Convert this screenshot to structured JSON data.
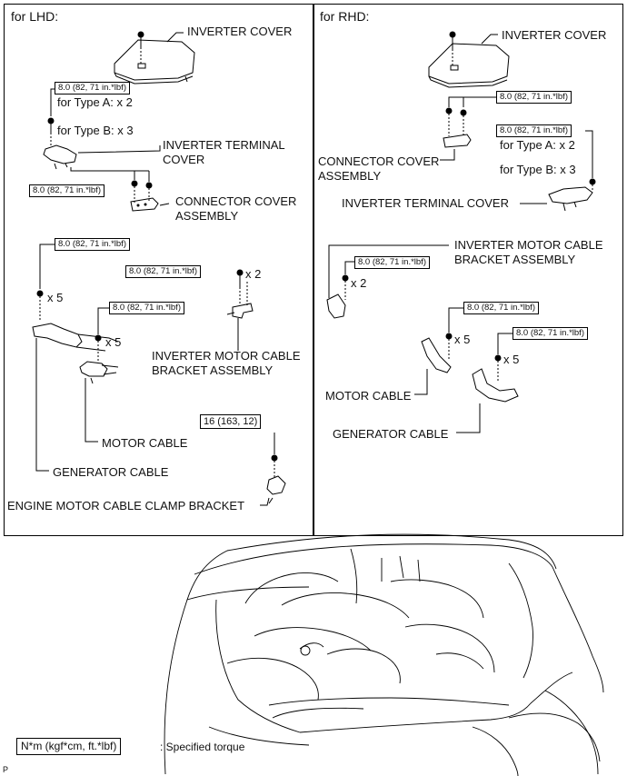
{
  "lhd": {
    "header": "for LHD:",
    "inverter_cover": "INVERTER COVER",
    "torque_cover": "8.0 (82, 71 in.*lbf)",
    "type_a": "for Type A: x 2",
    "type_b": "for Type B: x 3",
    "inverter_terminal_cover_1": "INVERTER TERMINAL",
    "inverter_terminal_cover_2": "COVER",
    "torque_connector": "8.0 (82, 71 in.*lbf)",
    "connector_cover_1": "CONNECTOR COVER",
    "connector_cover_2": "ASSEMBLY",
    "torque_generator": "8.0 (82, 71 in.*lbf)",
    "generator_qty": "x 5",
    "torque_bracket": "8.0 (82, 71 in.*lbf)",
    "bracket_qty": "x 2",
    "torque_motor": "8.0 (82, 71 in.*lbf)",
    "motor_qty": "x 5",
    "inverter_motor_bracket_1": "INVERTER MOTOR CABLE",
    "inverter_motor_bracket_2": "BRACKET ASSEMBLY",
    "torque_clamp": "16 (163, 12)",
    "motor_cable": "MOTOR CABLE",
    "generator_cable": "GENERATOR CABLE",
    "engine_clamp": "ENGINE MOTOR CABLE CLAMP BRACKET"
  },
  "rhd": {
    "header": "for RHD:",
    "inverter_cover": "INVERTER COVER",
    "torque_connector": "8.0 (82, 71 in.*lbf)",
    "torque_terminal": "8.0 (82, 71 in.*lbf)",
    "type_a": "for Type A: x 2",
    "type_b": "for Type B: x 3",
    "connector_cover_1": "CONNECTOR COVER",
    "connector_cover_2": "ASSEMBLY",
    "inverter_terminal_cover": "INVERTER TERMINAL COVER",
    "inverter_motor_bracket_1": "INVERTER MOTOR CABLE",
    "inverter_motor_bracket_2": "BRACKET ASSEMBLY",
    "torque_bracket": "8.0 (82, 71 in.*lbf)",
    "bracket_qty": "x 2",
    "torque_motor": "8.0 (82, 71 in.*lbf)",
    "motor_qty": "x 5",
    "torque_generator": "8.0 (82, 71 in.*lbf)",
    "generator_qty": "x 5",
    "motor_cable": "MOTOR CABLE",
    "generator_cable": "GENERATOR CABLE"
  },
  "legend": {
    "unit": "N*m (kgf*cm, ft.*lbf)",
    "description": ": Specified torque"
  },
  "corner_mark": "P"
}
